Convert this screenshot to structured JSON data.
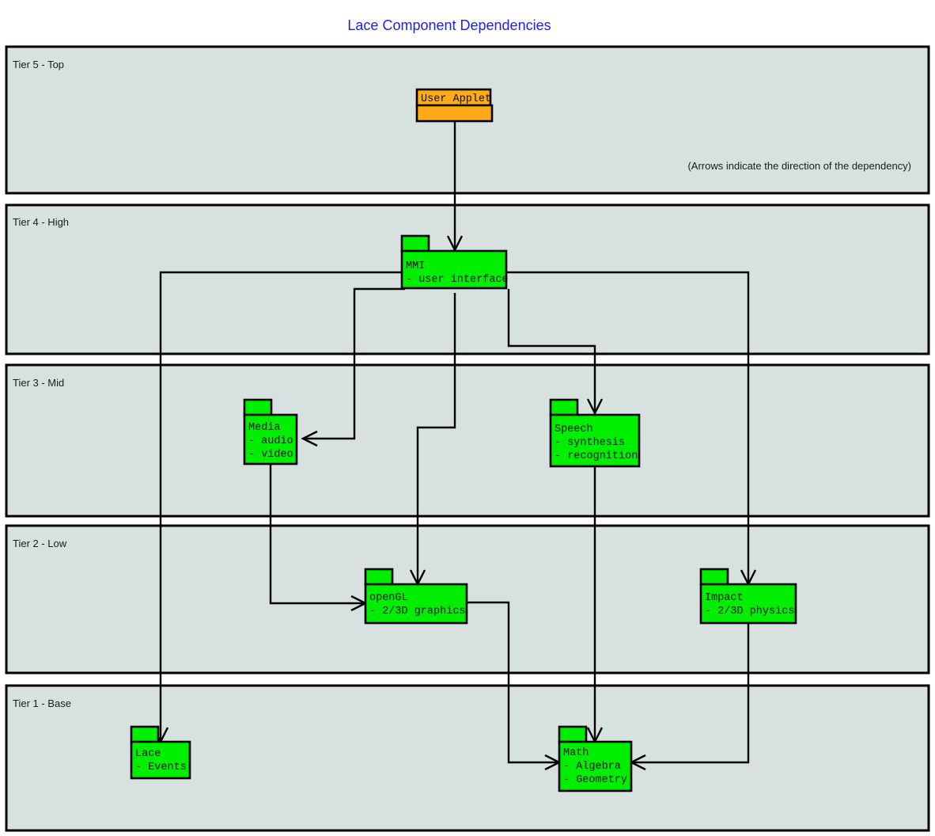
{
  "diagram": {
    "title": "Lace Component Dependencies",
    "note": "(Arrows indicate the direction of the dependency)",
    "colors": {
      "title": "#2020ee",
      "tier_fill": "#d7e2e0",
      "package_fill": "#00ee00",
      "applet_fill": "#ffab17",
      "stroke": "#000000"
    }
  },
  "tiers": [
    {
      "label": "Tier 5 - Top"
    },
    {
      "label": "Tier 4 - High"
    },
    {
      "label": "Tier 3 - Mid"
    },
    {
      "label": "Tier 2 - Low"
    },
    {
      "label": "Tier 1 - Base"
    }
  ],
  "packages": {
    "user_applet": {
      "name": "User Applet",
      "items": []
    },
    "mmi": {
      "name": "MMI",
      "items": [
        "- user interface"
      ]
    },
    "media": {
      "name": "Media",
      "items": [
        "- audio",
        "- video"
      ]
    },
    "speech": {
      "name": "Speech",
      "items": [
        "- synthesis",
        "- recognition"
      ]
    },
    "opengl": {
      "name": "openGL",
      "items": [
        "- 2/3D graphics"
      ]
    },
    "impact": {
      "name": "Impact",
      "items": [
        "- 2/3D physics"
      ]
    },
    "lace": {
      "name": "Lace",
      "items": [
        "- Events"
      ]
    },
    "math": {
      "name": "Math",
      "items": [
        "- Algebra",
        "- Geometry"
      ]
    }
  },
  "dependencies": [
    {
      "from": "User Applet",
      "to": "MMI"
    },
    {
      "from": "MMI",
      "to": "Lace"
    },
    {
      "from": "MMI",
      "to": "Media"
    },
    {
      "from": "MMI",
      "to": "openGL"
    },
    {
      "from": "MMI",
      "to": "Speech"
    },
    {
      "from": "MMI",
      "to": "Impact"
    },
    {
      "from": "Media",
      "to": "openGL"
    },
    {
      "from": "Speech",
      "to": "Math"
    },
    {
      "from": "openGL",
      "to": "Math"
    },
    {
      "from": "Impact",
      "to": "Math"
    }
  ]
}
